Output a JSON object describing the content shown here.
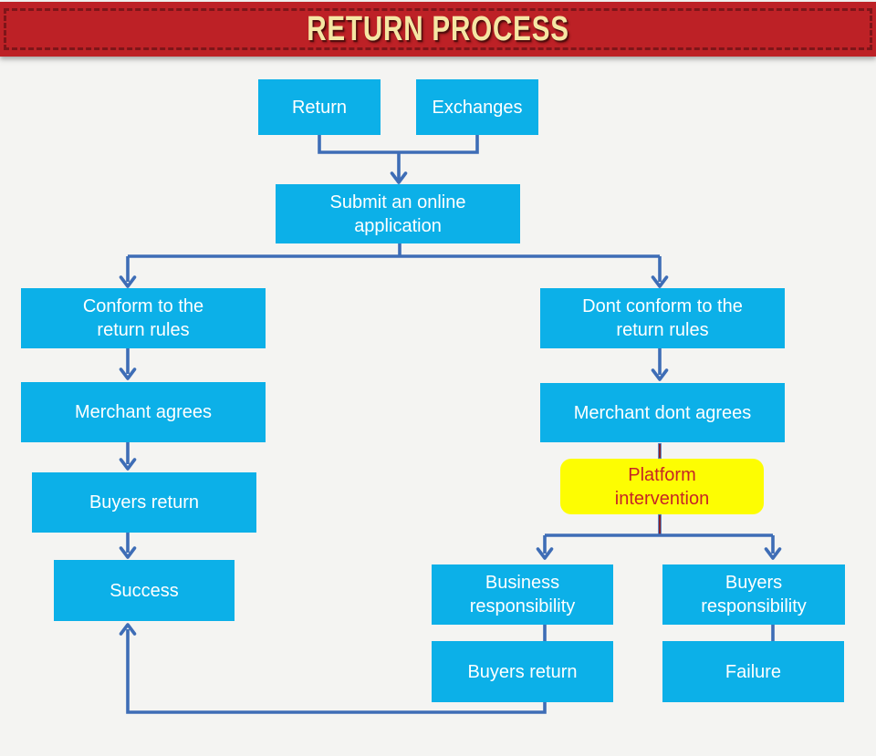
{
  "header": {
    "title": "RETURN PROCESS"
  },
  "nodes": {
    "return": "Return",
    "exchanges": "Exchanges",
    "submit": "Submit an online application",
    "conform": "Conform to the return rules",
    "dont_conform": "Dont conform to the return rules",
    "merchant_agrees": "Merchant agrees",
    "merchant_dont_agrees": "Merchant dont agrees",
    "buyers_return_left": "Buyers return",
    "platform_intervention": "Platform intervention",
    "success": "Success",
    "business_responsibility": "Business responsibility",
    "buyers_responsibility": "Buyers responsibility",
    "buyers_return_right": "Buyers return",
    "failure": "Failure"
  },
  "edges": [
    {
      "from": "return",
      "to": "submit"
    },
    {
      "from": "exchanges",
      "to": "submit"
    },
    {
      "from": "submit",
      "to": "conform"
    },
    {
      "from": "submit",
      "to": "dont_conform"
    },
    {
      "from": "conform",
      "to": "merchant_agrees"
    },
    {
      "from": "merchant_agrees",
      "to": "buyers_return_left"
    },
    {
      "from": "buyers_return_left",
      "to": "success"
    },
    {
      "from": "dont_conform",
      "to": "merchant_dont_agrees"
    },
    {
      "from": "merchant_dont_agrees",
      "to": "platform_intervention"
    },
    {
      "from": "platform_intervention",
      "to": "business_responsibility"
    },
    {
      "from": "platform_intervention",
      "to": "buyers_responsibility"
    },
    {
      "from": "business_responsibility",
      "to": "buyers_return_right"
    },
    {
      "from": "buyers_responsibility",
      "to": "failure"
    },
    {
      "from": "buyers_return_right",
      "to": "success"
    }
  ],
  "colors": {
    "page_bg": "#f4f4f2",
    "banner_bg": "#bd2126",
    "banner_dash": "#7e1519",
    "banner_text": "#f5e6a4",
    "node_fill": "#0cb0e8",
    "node_text": "#ffffff",
    "highlight_fill": "#fdfd02",
    "highlight_text": "#c62525",
    "connector": "#3e6db6",
    "connector_alt": "#8e1b1e"
  }
}
